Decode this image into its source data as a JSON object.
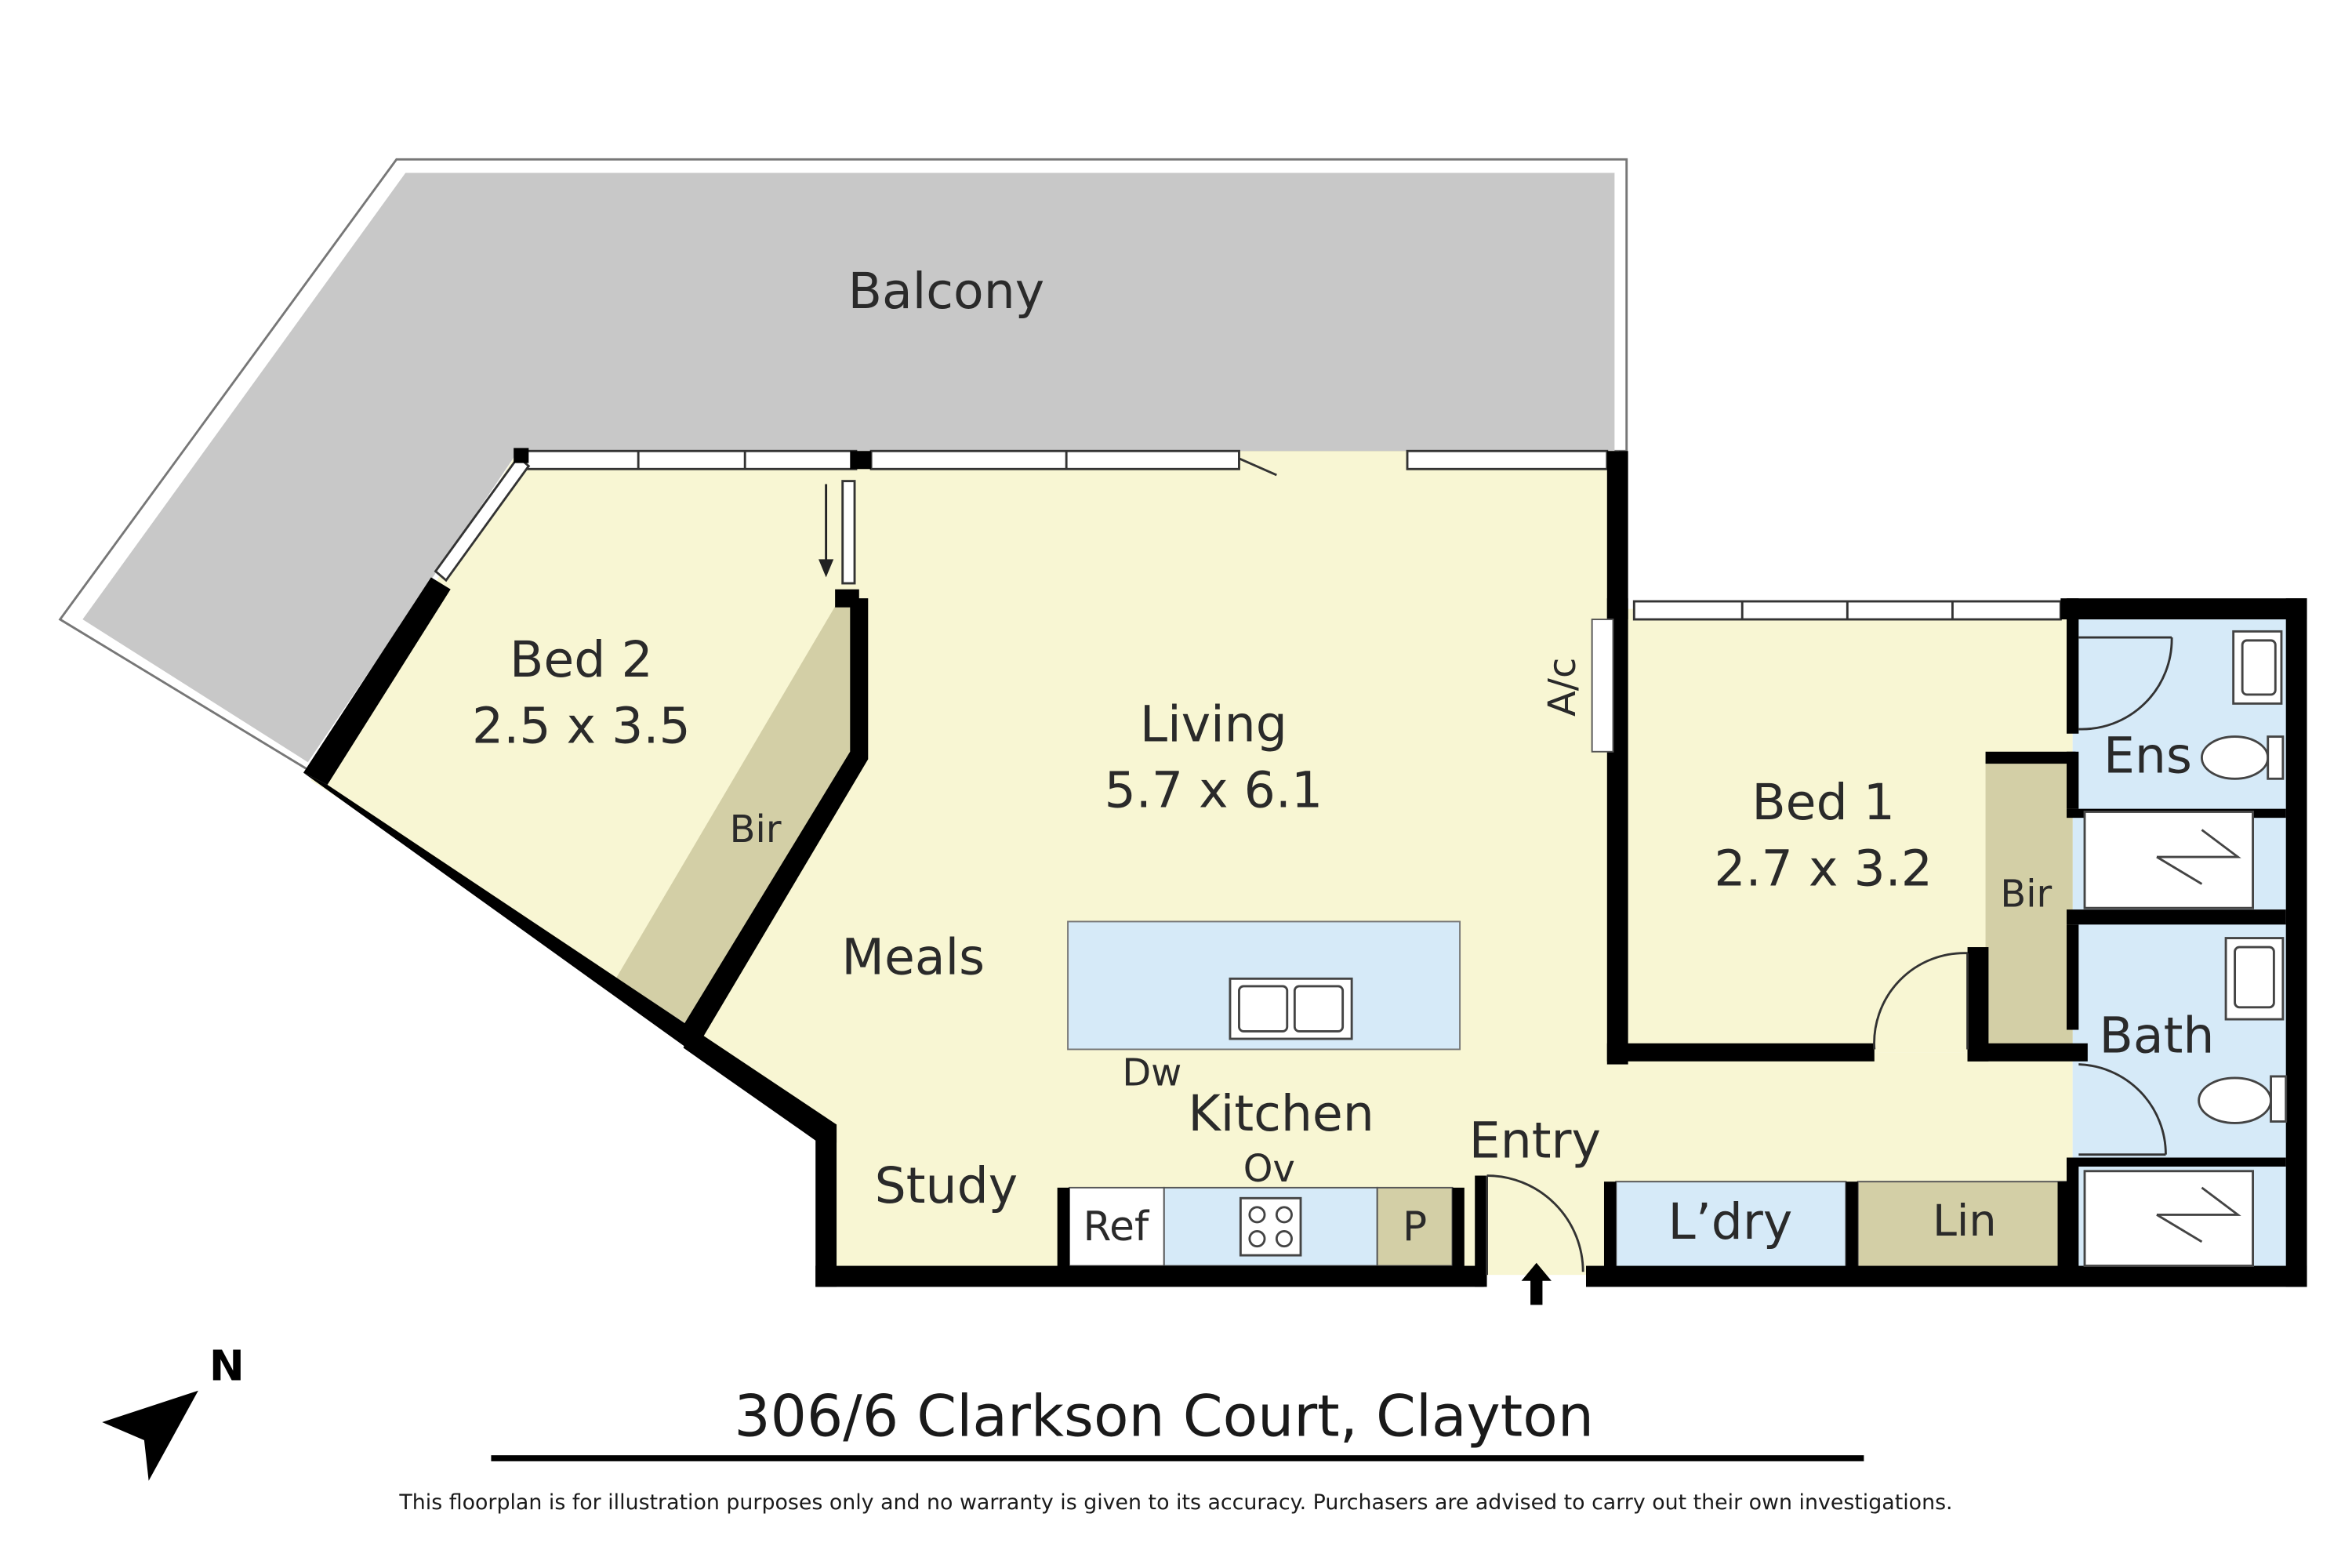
{
  "rooms": {
    "balcony": "Balcony",
    "bed2_name": "Bed 2",
    "bed2_size": "2.5 x 3.5",
    "bed2_robe": "Bir",
    "living_name": "Living",
    "living_size": "5.7 x 6.1",
    "meals": "Meals",
    "kitchen": "Kitchen",
    "study": "Study",
    "entry": "Entry",
    "bed1_name": "Bed 1",
    "bed1_size": "2.7 x 3.2",
    "bed1_robe": "Bir",
    "ensuite": "Ens",
    "bath": "Bath",
    "laundry": "L’dry",
    "linen": "Lin"
  },
  "fixtures": {
    "aircon": "A/c",
    "dishwasher": "Dw",
    "oven": "Ov",
    "fridge": "Ref",
    "pantry": "P"
  },
  "compass": {
    "north_label": "N"
  },
  "footer": {
    "address": "306/6 Clarkson Court, Clayton",
    "disclaimer": "This floorplan is for illustration purposes only and no warranty is given to its accuracy. Purchasers are advised to carry out their own investigations."
  },
  "colors": {
    "floor": "#F8F6D3",
    "balcony": "#C8C8C8",
    "wet_area": "#D6EAF8",
    "robe": "#D3CFA6",
    "wall": "#000000"
  }
}
